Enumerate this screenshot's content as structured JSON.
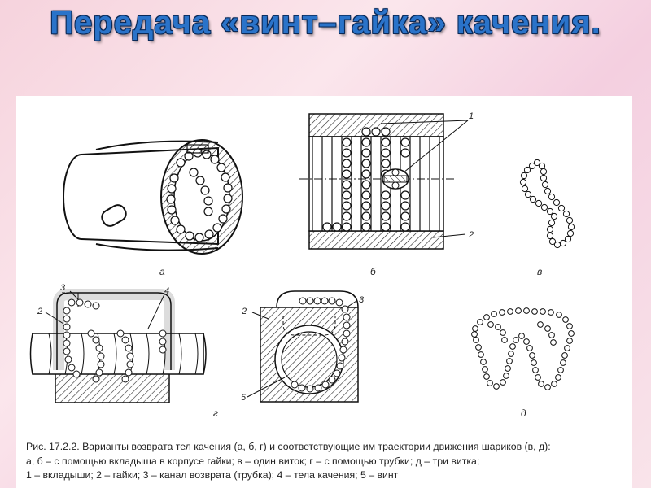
{
  "title": "Передача «винт–гайка» качения.",
  "labels": {
    "a": "а",
    "b": "б",
    "v": "в",
    "g": "г",
    "d": "д"
  },
  "numbers": {
    "one": "1",
    "two": "2",
    "three": "3",
    "four": "4",
    "five": "5"
  },
  "caption": {
    "line1": "Рис. 17.2.2. Варианты возврата тел качения (а, б, г) и соответствующие им траектории движения шариков (в, д):",
    "line2": "а, б – с помощью вкладыша в корпусе гайки; в – один виток; г – с помощью трубки; д – три витка;",
    "line3": "1 – вкладыши; 2 – гайки; 3 – канал возврата (трубка); 4 – тела качения; 5 – винт"
  }
}
